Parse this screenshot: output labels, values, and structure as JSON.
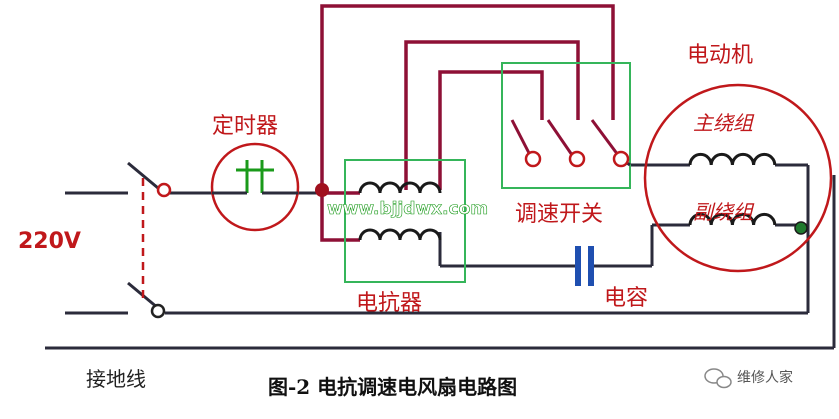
{
  "labels": {
    "voltage": "220V",
    "ground_wire": "接地线",
    "timer": "定时器",
    "reactor": "电抗器",
    "speed_switch": "调速开关",
    "motor": "电动机",
    "main_winding": "主绕组",
    "aux_winding": "副绕组",
    "capacitor": "电容",
    "watermark": "www.bjjdwx.com",
    "caption": "图-2 电抗调速电风扇电路图",
    "brand": "维修人家"
  },
  "colors": {
    "wire_dark": "#2b2b3b",
    "wire_maroon": "#8e1036",
    "box_green": "#35b55a",
    "label_red": "#c0181b",
    "coil_dark": "#1a1a1a",
    "capacitor_blue": "#1f4fb0",
    "junction_green": "#1f7a2e"
  },
  "icons": {
    "brand_logo": "wechat-bubble-icon"
  }
}
